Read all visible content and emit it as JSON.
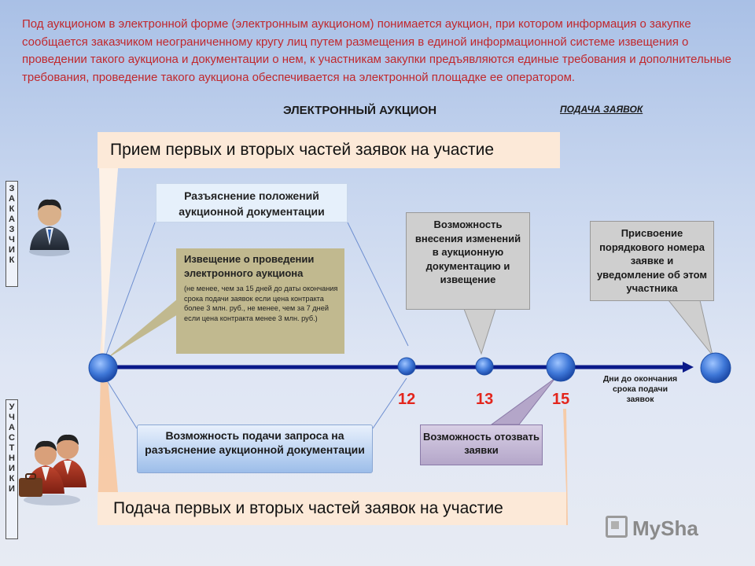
{
  "intro_text": "Под аукционом в электронной форме (электронным аукционом) понимается аукцион, при котором информация о закупке сообщается заказчиком неограниченному кругу лиц путем размещения в единой информационной системе извещения о проведении такого аукциона и документации о нем, к участникам закупки предъявляются единые требования и дополнительные требования, проведение такого аукциона обеспечивается на электронной площадке ее оператором.",
  "title": "ЭЛЕКТРОННЫЙ АУКЦИОН",
  "subtitle": "ПОДАЧА ЗАЯВОК",
  "top_band": "Прием первых и вторых частей заявок на участие",
  "bottom_band": "Подача первых и вторых частей заявок на участие",
  "customer_label": [
    "З",
    "А",
    "К",
    "А",
    "З",
    "Ч",
    "И",
    "К"
  ],
  "participants_label": [
    "У",
    "Ч",
    "А",
    "С",
    "Т",
    "Н",
    "И",
    "К",
    "И"
  ],
  "boxes": {
    "clarification": "Разъяснение положений аукционной документации",
    "notice_title": "Извещение о проведении электронного аукциона",
    "notice_note": "(не менее, чем за 15 дней до даты окончания срока подачи заявок если цена контракта более 3 млн. руб., не менее, чем за 7 дней если цена контракта менее 3 млн. руб.)",
    "changes": "Возможность внесения изменений в аукционную документацию и извещение",
    "assign": "Присвоение порядкового номера заявке и уведомление об этом участника",
    "request": "Возможность подачи запроса на разъяснение аукционной документации",
    "revoke": "Возможность отозвать заявки"
  },
  "timeline": {
    "days": [
      "12",
      "13",
      "15"
    ],
    "label": "Дни до окончания срока подачи заявок"
  },
  "colors": {
    "intro_text": "#c0282d",
    "timeline": "#0a1a8a",
    "day_numbers": "#e3251c",
    "band": "#fce9d8"
  },
  "watermark": "MySha"
}
